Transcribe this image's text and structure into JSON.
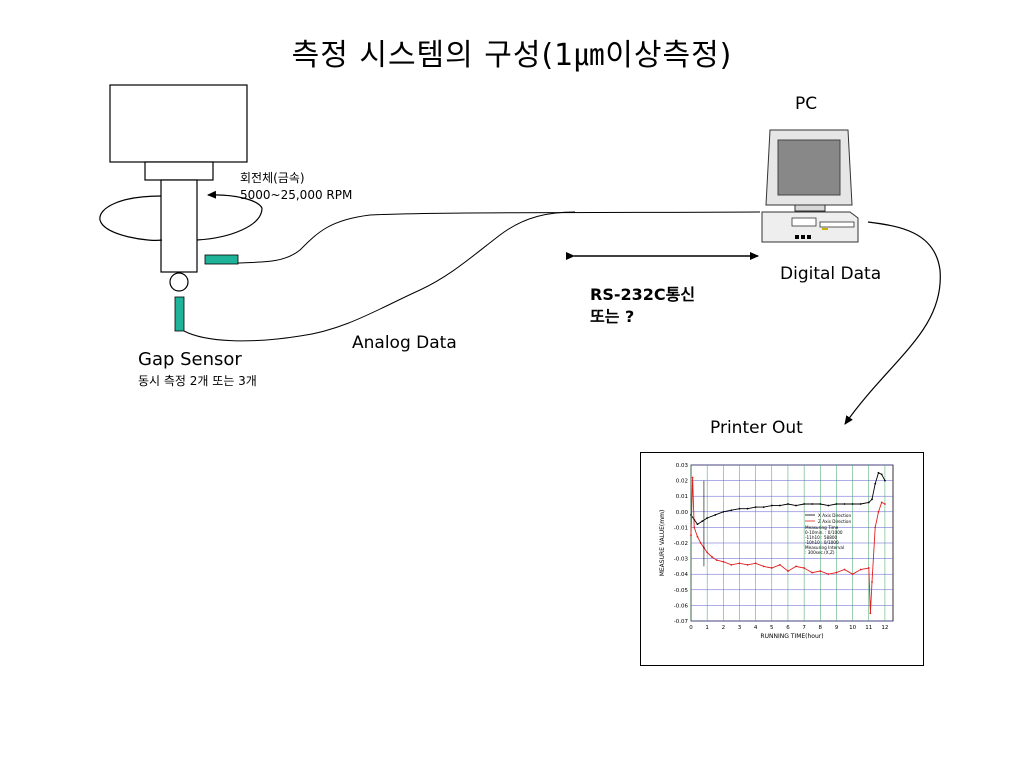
{
  "title": "측정 시스템의 구성(1㎛이상측정)",
  "labels": {
    "pc": "PC",
    "rotor_line1": "회전체(금속)",
    "rotor_line2": "5000~25,000 RPM",
    "digital_data": "Digital Data",
    "rs232_line1": "RS-232C통신",
    "rs232_line2": "또는 ?",
    "analog_data": "Analog Data",
    "gap_sensor": "Gap Sensor",
    "gap_sensor_sub": "동시 측정 2개 또는 3개",
    "printer_out": "Printer Out"
  },
  "colors": {
    "sensor": "#1fb39a",
    "monitor_screen": "#8c8c8c",
    "series_x": "#000000",
    "series_z": "#e02020",
    "grid_vertical": "#3ca060",
    "grid_horizontal": "#5a5ad0"
  },
  "chart_data": {
    "type": "line",
    "xlabel": "RUNNING TIME(hour)",
    "ylabel": "MEASURE VALUE(mm)",
    "xlim": [
      0,
      12.5
    ],
    "ylim": [
      -0.07,
      0.03
    ],
    "x_ticks": [
      "0",
      "1",
      "2",
      "3",
      "4",
      "5",
      "6",
      "7",
      "8",
      "9",
      "10",
      "11",
      "12"
    ],
    "y_ticks": [
      "0.03",
      "0.02",
      "0.01",
      "0.00",
      "-0.01",
      "-0.02",
      "-0.03",
      "-0.04",
      "-0.05",
      "-0.06",
      "-0.07"
    ],
    "legend": {
      "position": "right-middle",
      "entries": [
        "X Axis Direction",
        "Z Axis Direction"
      ],
      "notes": [
        "Measuring Time",
        "0-10min. : 0/1000",
        "-11h10 : 58800",
        "-10h10 : 0/1000",
        "Measuring Interval",
        ": 300sec.(X,Z)"
      ]
    },
    "series": [
      {
        "name": "X Axis Direction",
        "x": [
          0,
          0.2,
          0.4,
          0.7,
          1.0,
          1.5,
          2.0,
          2.5,
          3.0,
          3.5,
          4.0,
          4.5,
          5.0,
          5.5,
          6.0,
          6.5,
          7.0,
          7.5,
          8.0,
          8.5,
          9.0,
          9.5,
          10.0,
          10.5,
          11.0,
          11.2,
          11.4,
          11.6,
          11.8,
          12.0
        ],
        "y": [
          -0.002,
          -0.005,
          -0.008,
          -0.006,
          -0.004,
          -0.002,
          0.0,
          0.001,
          0.002,
          0.002,
          0.003,
          0.003,
          0.004,
          0.004,
          0.005,
          0.004,
          0.005,
          0.005,
          0.005,
          0.004,
          0.005,
          0.005,
          0.005,
          0.005,
          0.006,
          0.008,
          0.018,
          0.025,
          0.024,
          0.02
        ]
      },
      {
        "name": "Z Axis Direction",
        "x": [
          0,
          0.1,
          0.2,
          0.4,
          0.6,
          0.8,
          1.0,
          1.3,
          1.6,
          2.0,
          2.5,
          3.0,
          3.5,
          4.0,
          4.5,
          5.0,
          5.5,
          6.0,
          6.5,
          7.0,
          7.5,
          8.0,
          8.5,
          9.0,
          9.5,
          10.0,
          10.5,
          11.0,
          11.1,
          11.2,
          11.4,
          11.6,
          11.8,
          12.0
        ],
        "y": [
          -0.015,
          0.022,
          -0.01,
          -0.016,
          -0.02,
          -0.023,
          -0.026,
          -0.029,
          -0.031,
          -0.032,
          -0.034,
          -0.033,
          -0.034,
          -0.033,
          -0.035,
          -0.036,
          -0.034,
          -0.038,
          -0.035,
          -0.036,
          -0.039,
          -0.038,
          -0.04,
          -0.039,
          -0.037,
          -0.04,
          -0.037,
          -0.036,
          -0.065,
          -0.045,
          -0.01,
          0.0,
          0.006,
          0.005
        ]
      }
    ]
  }
}
